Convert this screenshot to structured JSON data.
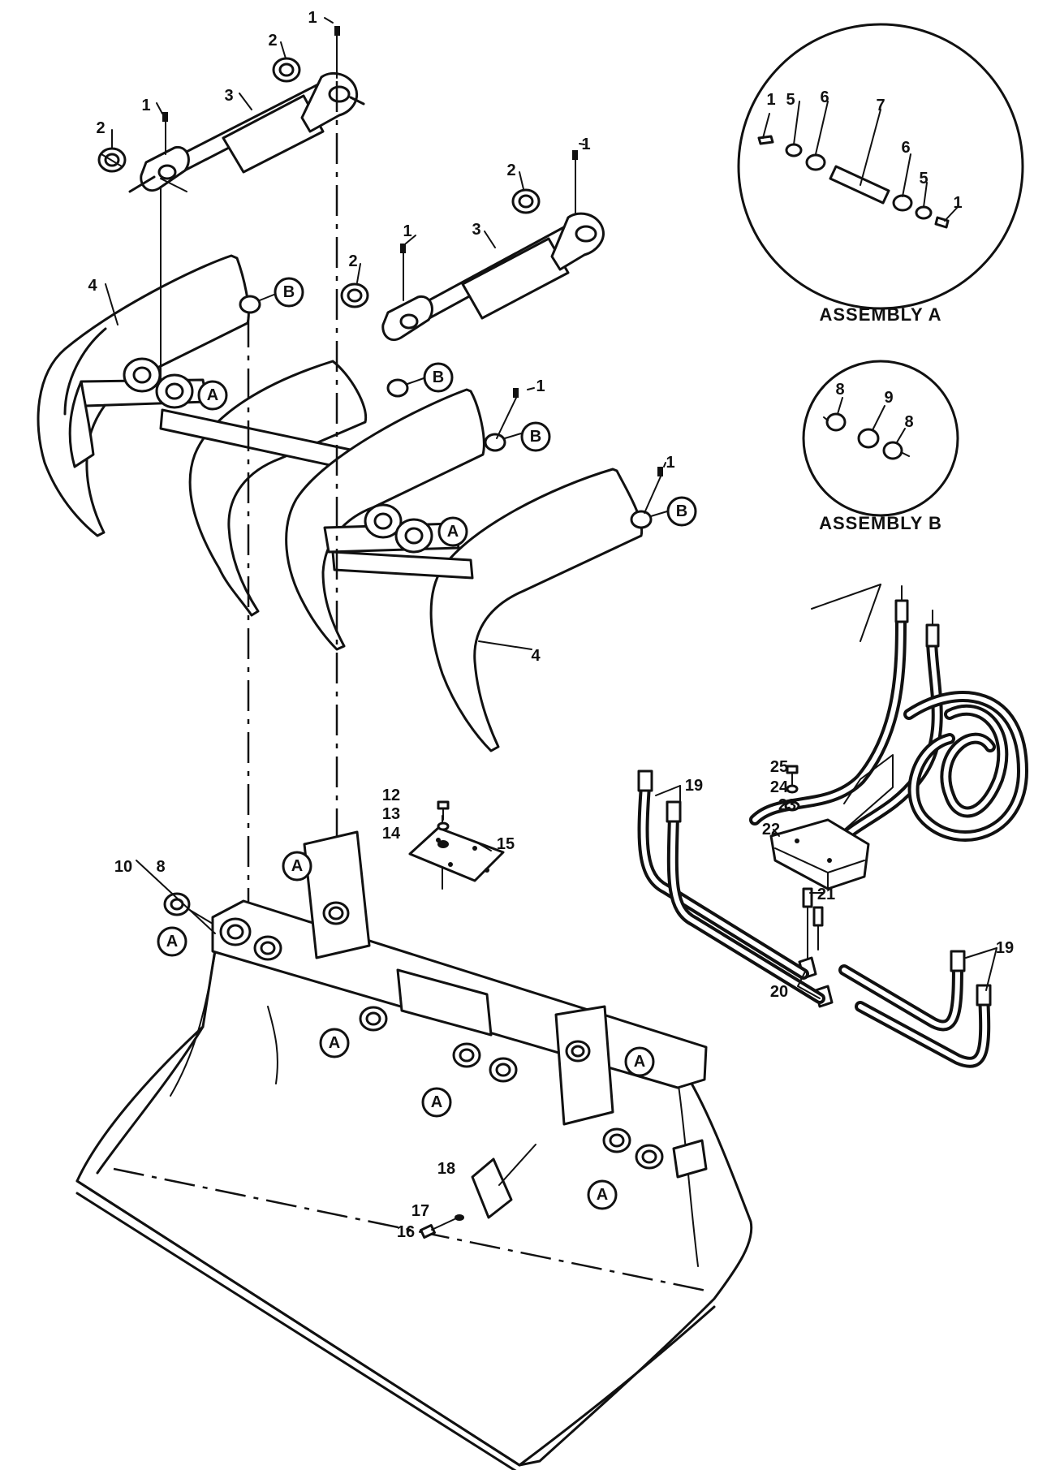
{
  "part_numbers": [
    "1",
    "2",
    "3",
    "4",
    "5",
    "6",
    "7",
    "8",
    "9",
    "10",
    "12",
    "13",
    "14",
    "15",
    "16",
    "17",
    "18",
    "19",
    "20",
    "21",
    "22",
    "23",
    "24",
    "25"
  ],
  "assembly_ref": {
    "a": "A",
    "b": "B"
  },
  "inset_titles": {
    "a": "ASSEMBLY A",
    "b": "ASSEMBLY B"
  }
}
